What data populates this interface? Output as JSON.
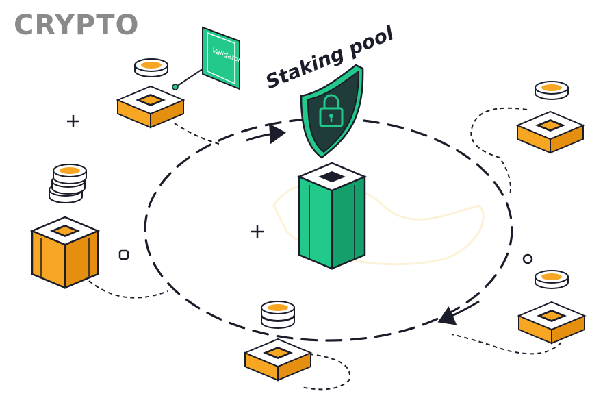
{
  "brand": {
    "text": "CRYPTO"
  },
  "diagram": {
    "title": "Staking pool",
    "validator_label": "Validator",
    "colors": {
      "outline": "#1b1d2a",
      "orange": "#f6a623",
      "orange_dark": "#e48f10",
      "green": "#22c98a",
      "green_dark": "#15a06b",
      "shield": "#1f3b3a",
      "cream": "#fbf2d8",
      "white": "#ffffff",
      "brand_gray": "#8a8a8a"
    },
    "icons": [
      "lock-icon",
      "shield-icon",
      "plus-icon",
      "coin-stack-icon",
      "block-icon"
    ]
  }
}
